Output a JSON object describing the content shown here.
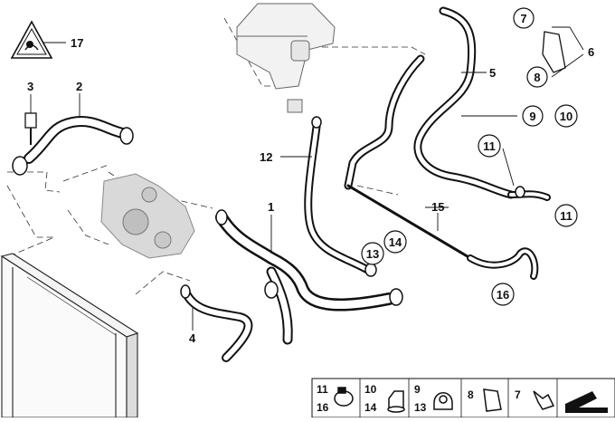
{
  "callouts": {
    "c1": "1",
    "c2": "2",
    "c3": "3",
    "c4": "4",
    "c5": "5",
    "c6": "6",
    "c7": "7",
    "c8": "8",
    "c9": "9",
    "c10": "10",
    "c11a": "11",
    "c11b": "11",
    "c12": "12",
    "c13": "13",
    "c14": "14",
    "c15": "15",
    "c16": "16",
    "c17": "17"
  },
  "legend": [
    {
      "top": "11",
      "bottom": "16"
    },
    {
      "top": "10",
      "bottom": "14"
    },
    {
      "top": "9",
      "bottom": "13"
    },
    {
      "top": "8",
      "bottom": ""
    },
    {
      "top": "7",
      "bottom": ""
    }
  ]
}
